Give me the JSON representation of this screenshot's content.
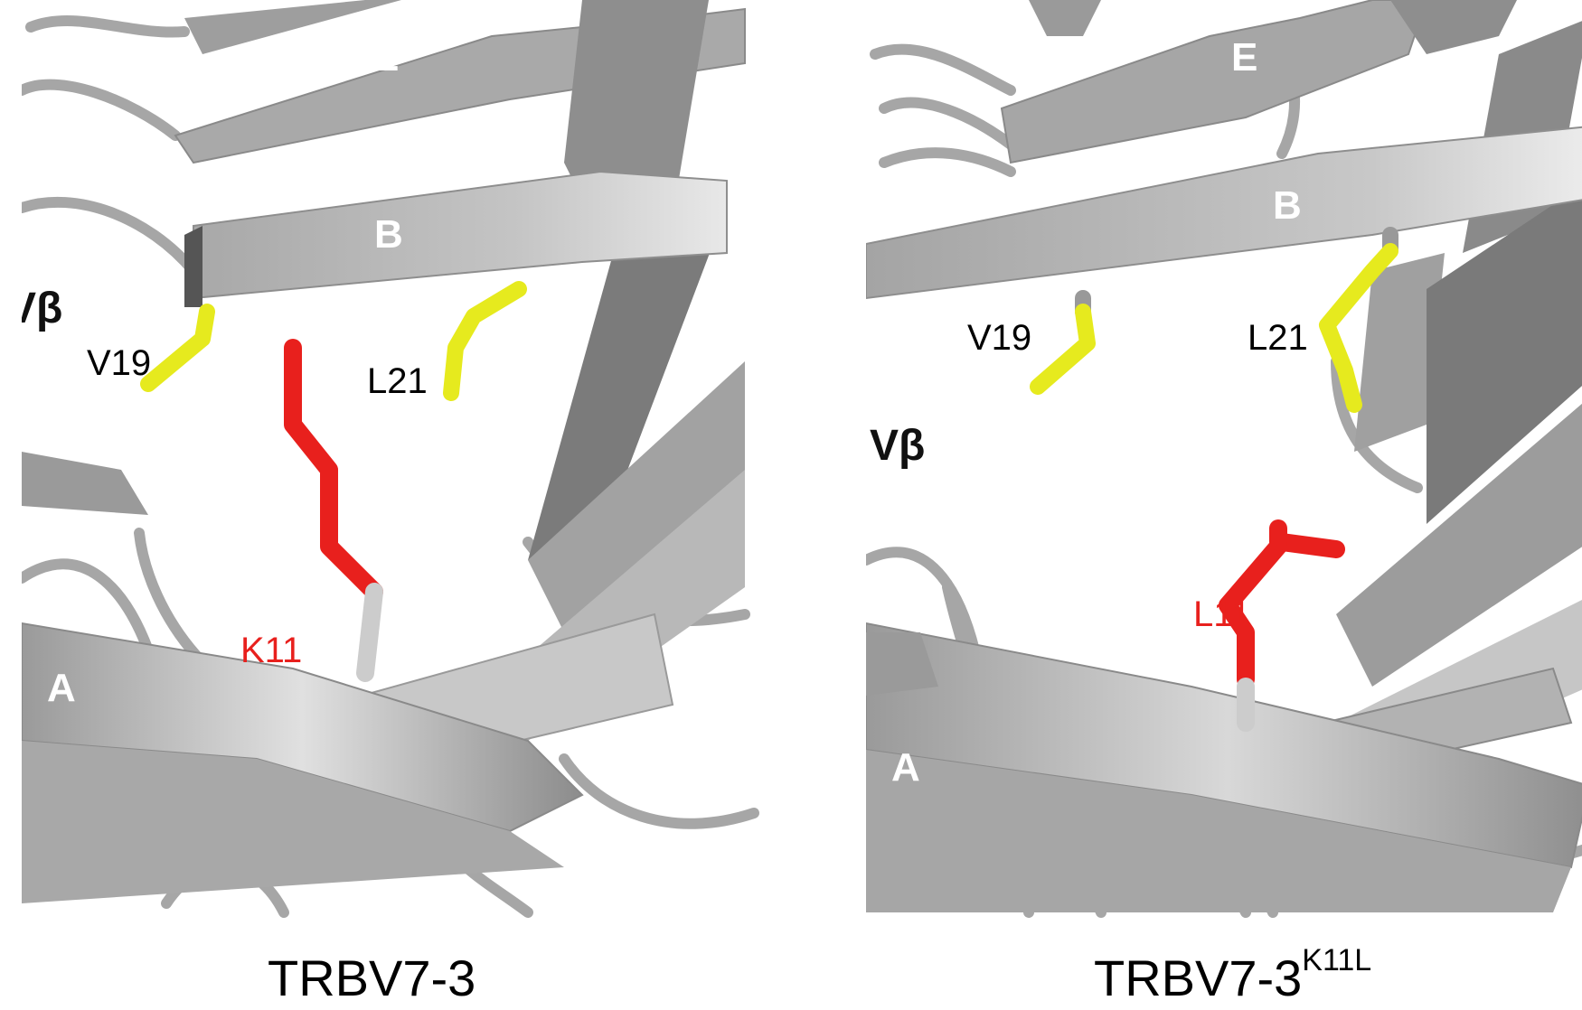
{
  "colors": {
    "ribbon": "#b4b4b4",
    "ribbon_dark": "#6e6e6e",
    "ribbon_light": "#e6e6e6",
    "residue_yellow": "#e6ea1e",
    "residue_red": "#e8201d",
    "label_red": "#e8201d"
  },
  "panels": [
    {
      "strand_labels": [
        "E",
        "B",
        "A"
      ],
      "vb_label": "Vβ",
      "residues": [
        {
          "text": "V19",
          "color": "yellow"
        },
        {
          "text": "L21",
          "color": "yellow"
        },
        {
          "text": "K11",
          "color": "red"
        }
      ],
      "caption": "TRBV7-3",
      "caption_sup": ""
    },
    {
      "strand_labels": [
        "E",
        "B",
        "A"
      ],
      "vb_label": "Vβ",
      "residues": [
        {
          "text": "V19",
          "color": "yellow"
        },
        {
          "text": "L21",
          "color": "yellow"
        },
        {
          "text": "L11",
          "color": "red"
        }
      ],
      "caption": "TRBV7-3",
      "caption_sup": "K11L"
    }
  ]
}
